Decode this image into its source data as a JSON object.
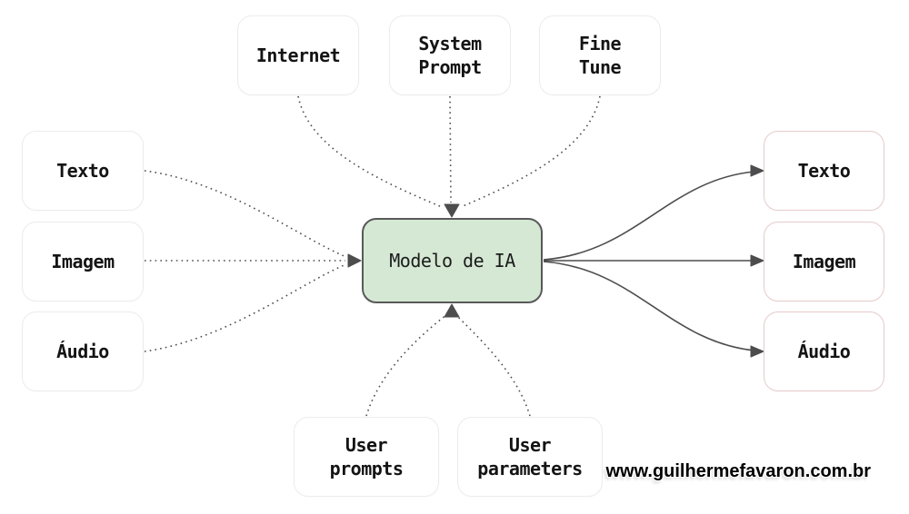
{
  "colors": {
    "canvas_bg": "#ffffff",
    "text": "#141414",
    "input_node_fill": "#ffffff",
    "input_node_border": "#ececec",
    "output_node_fill": "#ffffff",
    "output_node_border": "#e7cbcb",
    "center_node_fill": "#d5e8d4",
    "center_node_border": "#595959",
    "connector": "#4d4d4d"
  },
  "center_node": {
    "label": "Modelo de IA"
  },
  "top_inputs": [
    {
      "label": "Internet"
    },
    {
      "label": "System\nPrompt"
    },
    {
      "label": "Fine\nTune"
    }
  ],
  "left_inputs": [
    {
      "label": "Texto"
    },
    {
      "label": "Imagem"
    },
    {
      "label": "Áudio"
    }
  ],
  "bottom_inputs": [
    {
      "label": "User\nprompts"
    },
    {
      "label": "User\nparameters"
    }
  ],
  "right_outputs": [
    {
      "label": "Texto"
    },
    {
      "label": "Imagem"
    },
    {
      "label": "Áudio"
    }
  ],
  "watermark": {
    "text": "www.guilhermefavaron.com.br"
  }
}
